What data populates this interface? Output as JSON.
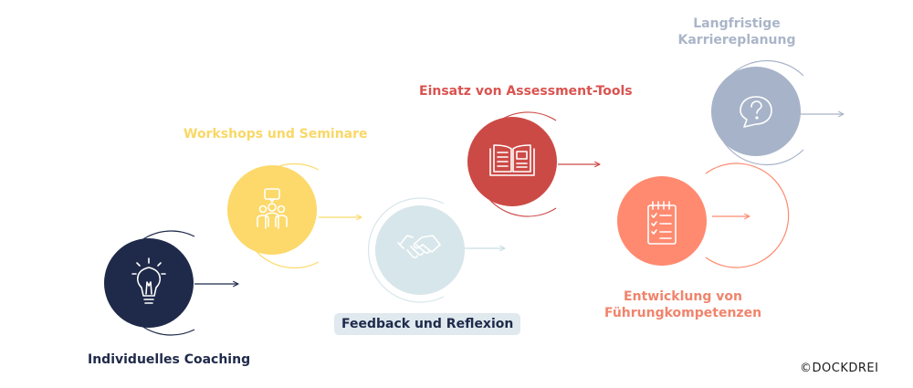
{
  "steps": [
    {
      "label": "Individuelles Coaching",
      "color": "#1f2a4a",
      "icon": "lightbulb-icon"
    },
    {
      "label": "Workshops und Seminare",
      "color": "#fcd96a",
      "icon": "group-presentation-icon"
    },
    {
      "label": "Feedback und Reflexion",
      "color": "#d7e6ea",
      "icon": "handshake-icon"
    },
    {
      "label": "Einsatz von Assessment-Tools",
      "color": "#cc4a46",
      "icon": "open-book-icon"
    },
    {
      "label": "Entwicklung von Führungkompetenzen",
      "color": "#ff8a70",
      "icon": "checklist-clipboard-icon"
    },
    {
      "label": "Langfristige Karriereplanung",
      "color": "#a7b3c8",
      "icon": "question-speech-bubble-icon"
    }
  ],
  "copyright": "©DOCKDREI"
}
